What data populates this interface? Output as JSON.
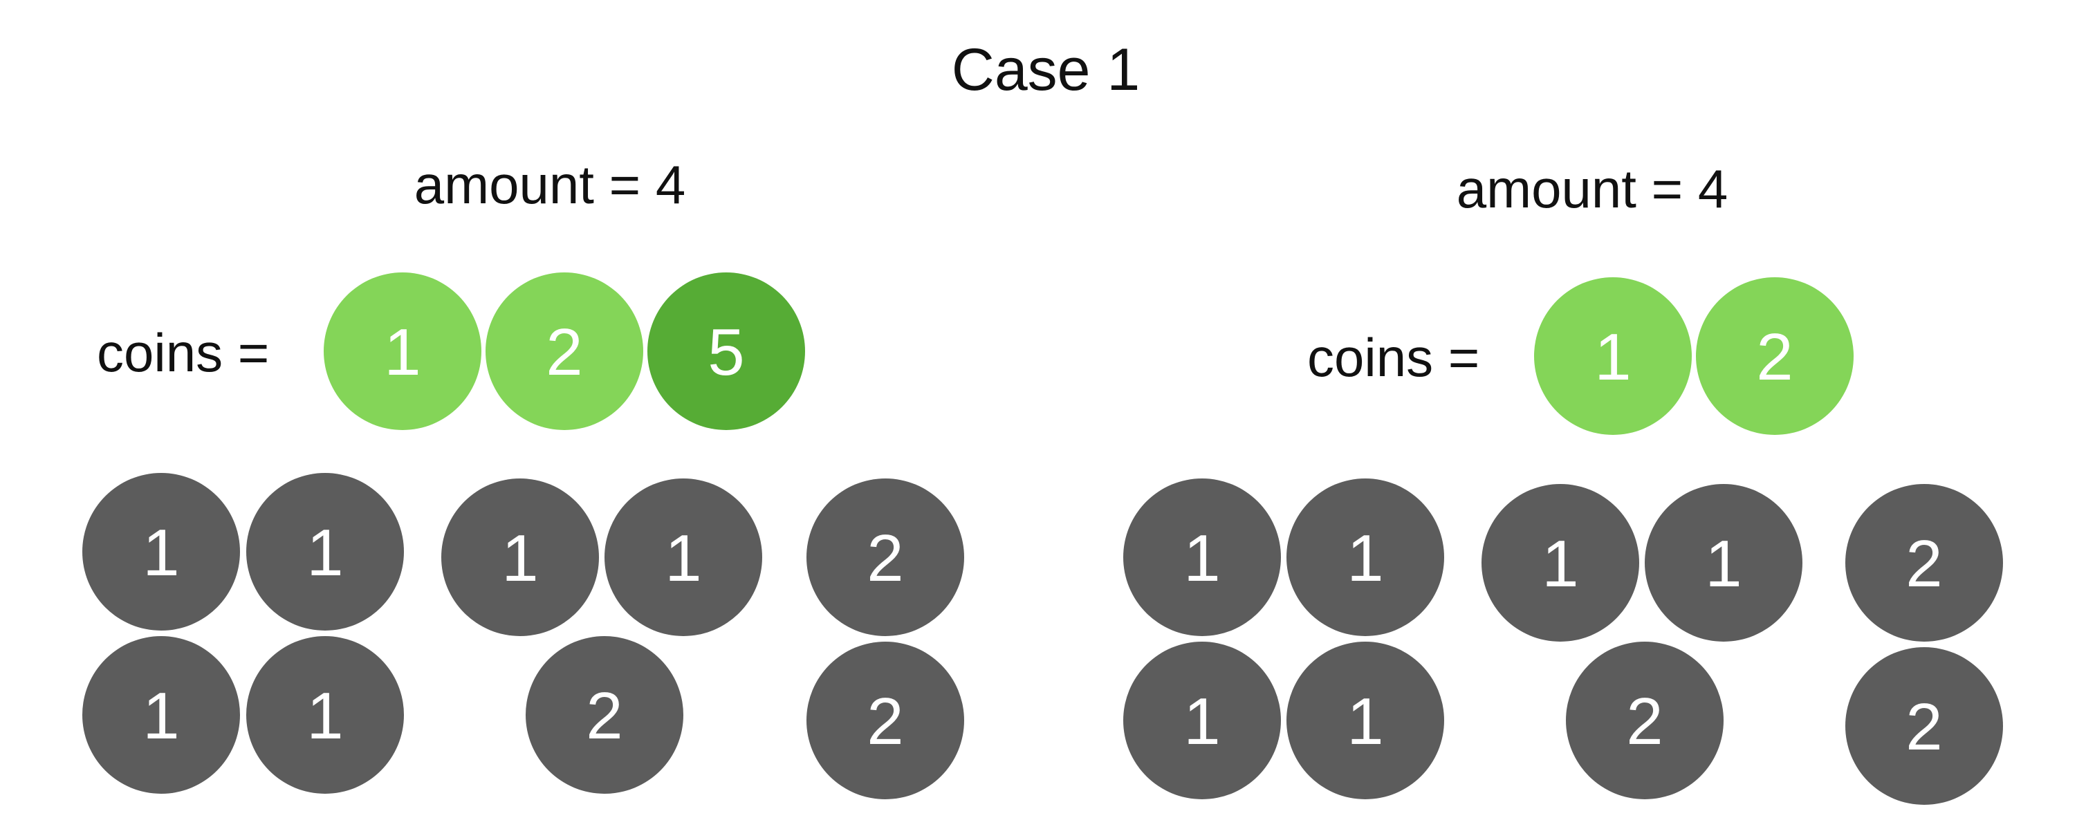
{
  "title": "Case 1",
  "colors": {
    "coin_light_green": "#84d558",
    "coin_dark_green": "#56ac35",
    "coin_dark": "#5c5c5c",
    "text": "#111111",
    "background": "#ffffff"
  },
  "left": {
    "amount_label": "amount = 4",
    "coins_label": "coins =",
    "coins": [
      "1",
      "2",
      "5"
    ],
    "combinations": [
      {
        "label": "combination-1-1-1-1",
        "coins": [
          "1",
          "1",
          "1",
          "1"
        ]
      },
      {
        "label": "combination-1-1-2",
        "coins": [
          "1",
          "1",
          "2"
        ]
      },
      {
        "label": "combination-2-2",
        "coins": [
          "2",
          "2"
        ]
      }
    ]
  },
  "right": {
    "amount_label": "amount = 4",
    "coins_label": "coins =",
    "coins": [
      "1",
      "2"
    ],
    "combinations": [
      {
        "label": "combination-1-1-1-1",
        "coins": [
          "1",
          "1",
          "1",
          "1"
        ]
      },
      {
        "label": "combination-1-1-2",
        "coins": [
          "1",
          "1",
          "2"
        ]
      },
      {
        "label": "combination-2-2",
        "coins": [
          "2",
          "2"
        ]
      }
    ]
  }
}
